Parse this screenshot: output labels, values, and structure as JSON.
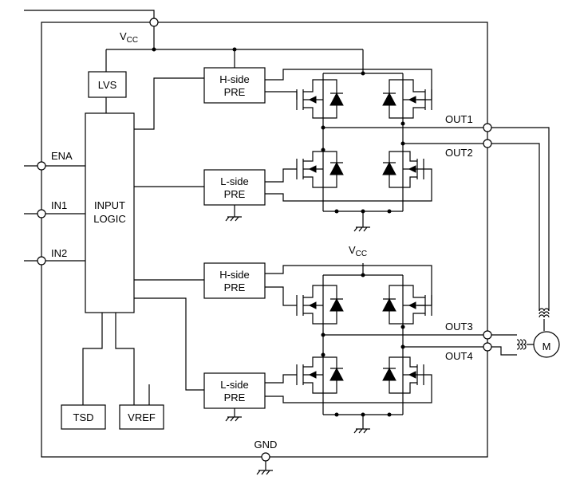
{
  "labels": {
    "vcc_top_main": "V",
    "vcc_top_sub": "CC",
    "vcc_mid_main": "V",
    "vcc_mid_sub": "CC",
    "gnd": "GND",
    "ena": "ENA",
    "in1": "IN1",
    "in2": "IN2",
    "input_logic_line1": "INPUT",
    "input_logic_line2": "LOGIC",
    "lvs": "LVS",
    "tsd": "TSD",
    "vref": "VREF",
    "out1": "OUT1",
    "out2": "OUT2",
    "out3": "OUT3",
    "out4": "OUT4",
    "motor": "M"
  },
  "blocks": {
    "pre1_h": [
      "H-side",
      "PRE"
    ],
    "pre1_l": [
      "L-side",
      "PRE"
    ],
    "pre2_h": [
      "H-side",
      "PRE"
    ],
    "pre2_l": [
      "L-side",
      "PRE"
    ]
  },
  "colors": {
    "line": "#000000",
    "background": "#ffffff"
  }
}
